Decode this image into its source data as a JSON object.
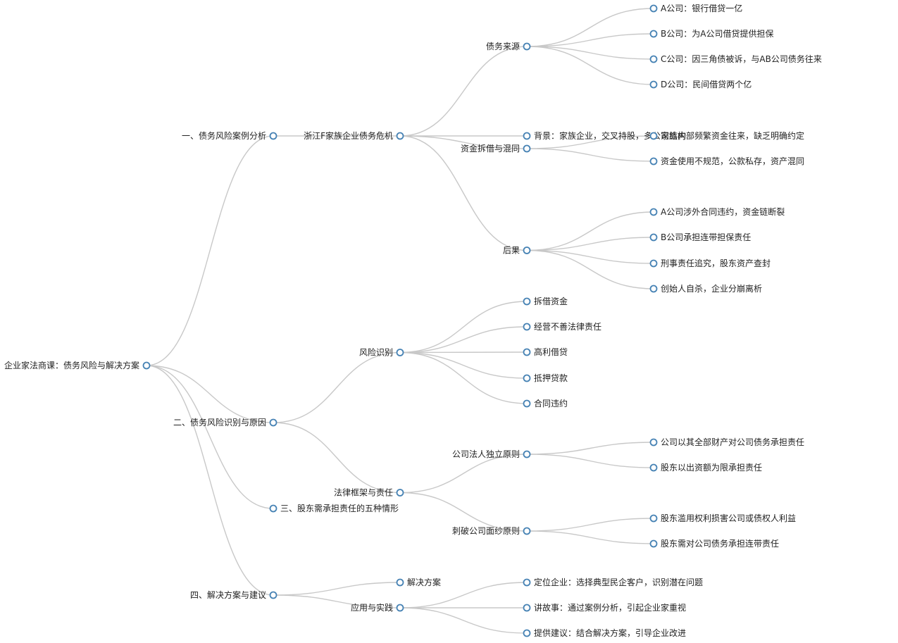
{
  "mindmap": {
    "accent_color": "#4682b4",
    "link_color": "#c8c8c8",
    "root": {
      "label": "企业家法商课：债务风险与解决方案",
      "children": [
        {
          "label": "一、债务风险案例分析",
          "children": [
            {
              "label": "浙江F家族企业债务危机",
              "children": [
                {
                  "label": "背景：家族企业，交叉持股，多公司结构"
                },
                {
                  "label": "债务来源",
                  "children": [
                    {
                      "label": "A公司：银行借贷一亿"
                    },
                    {
                      "label": "B公司：为A公司借贷提供担保"
                    },
                    {
                      "label": "C公司：因三角债被诉，与AB公司债务往来"
                    },
                    {
                      "label": "D公司：民间借贷两个亿"
                    }
                  ]
                },
                {
                  "label": "资金拆借与混同",
                  "children": [
                    {
                      "label": "家族内部频繁资金往来，缺乏明确约定"
                    },
                    {
                      "label": "资金使用不规范，公款私存，资产混同"
                    }
                  ]
                },
                {
                  "label": "后果",
                  "children": [
                    {
                      "label": "A公司涉外合同违约，资金链断裂"
                    },
                    {
                      "label": "B公司承担连带担保责任"
                    },
                    {
                      "label": "刑事责任追究，股东资产查封"
                    },
                    {
                      "label": "创始人自杀，企业分崩离析"
                    }
                  ]
                }
              ]
            }
          ]
        },
        {
          "label": "二、债务风险识别与原因",
          "children": [
            {
              "label": "风险识别",
              "children": [
                {
                  "label": "拆借资金"
                },
                {
                  "label": "经营不善法律责任"
                },
                {
                  "label": "高利借贷"
                },
                {
                  "label": "抵押贷款"
                },
                {
                  "label": "合同违约"
                }
              ]
            },
            {
              "label": "法律框架与责任",
              "children": [
                {
                  "label": "公司法人独立原则",
                  "children": [
                    {
                      "label": "公司以其全部财产对公司债务承担责任"
                    },
                    {
                      "label": "股东以出资额为限承担责任"
                    }
                  ]
                },
                {
                  "label": "刺破公司面纱原则",
                  "children": [
                    {
                      "label": "股东滥用权利损害公司或债权人利益"
                    },
                    {
                      "label": "股东需对公司债务承担连带责任"
                    }
                  ]
                }
              ]
            }
          ]
        },
        {
          "label": "三、股东需承担责任的五种情形"
        },
        {
          "label": "四、解决方案与建议",
          "children": [
            {
              "label": "解决方案"
            },
            {
              "label": "应用与实践",
              "children": [
                {
                  "label": "定位企业：选择典型民企客户，识别潜在问题"
                },
                {
                  "label": "讲故事：通过案例分析，引起企业家重视"
                },
                {
                  "label": "提供建议：结合解决方案，引导企业改进"
                }
              ]
            }
          ]
        }
      ]
    }
  }
}
